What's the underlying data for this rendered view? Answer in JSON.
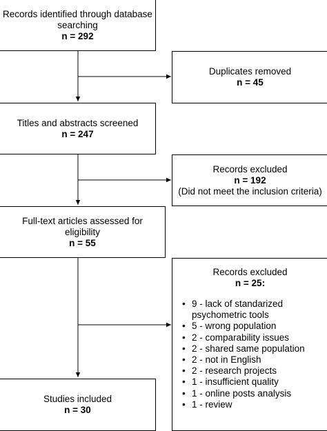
{
  "boxes": {
    "identified": {
      "text": "Records identified through database searching",
      "count": "n = 292"
    },
    "duplicates": {
      "text": "Duplicates removed",
      "count": "n = 45"
    },
    "screened": {
      "text": "Titles and abstracts screened",
      "count": "n = 247"
    },
    "excluded_screening": {
      "text": "Records excluded",
      "count": "n = 192",
      "note": "(Did not meet the inclusion criteria)"
    },
    "fulltext": {
      "text": "Full-text articles assessed for eligibility",
      "count": "n = 55"
    },
    "excluded_fulltext": {
      "text": "Records excluded",
      "count": "n = 25:",
      "reasons": [
        "9 - lack of standarized psychometric tools",
        "5 - wrong population",
        "2 - comparability issues",
        "2 - shared same population",
        "2 - not in English",
        "2 - research projects",
        "1 - insufficient quality",
        "1 - online posts analysis",
        "1 - review"
      ]
    },
    "included": {
      "text": "Studies included",
      "count": "n = 30"
    }
  },
  "colors": {
    "line": "#000000",
    "box_border": "#000000",
    "background": "#ffffff"
  }
}
